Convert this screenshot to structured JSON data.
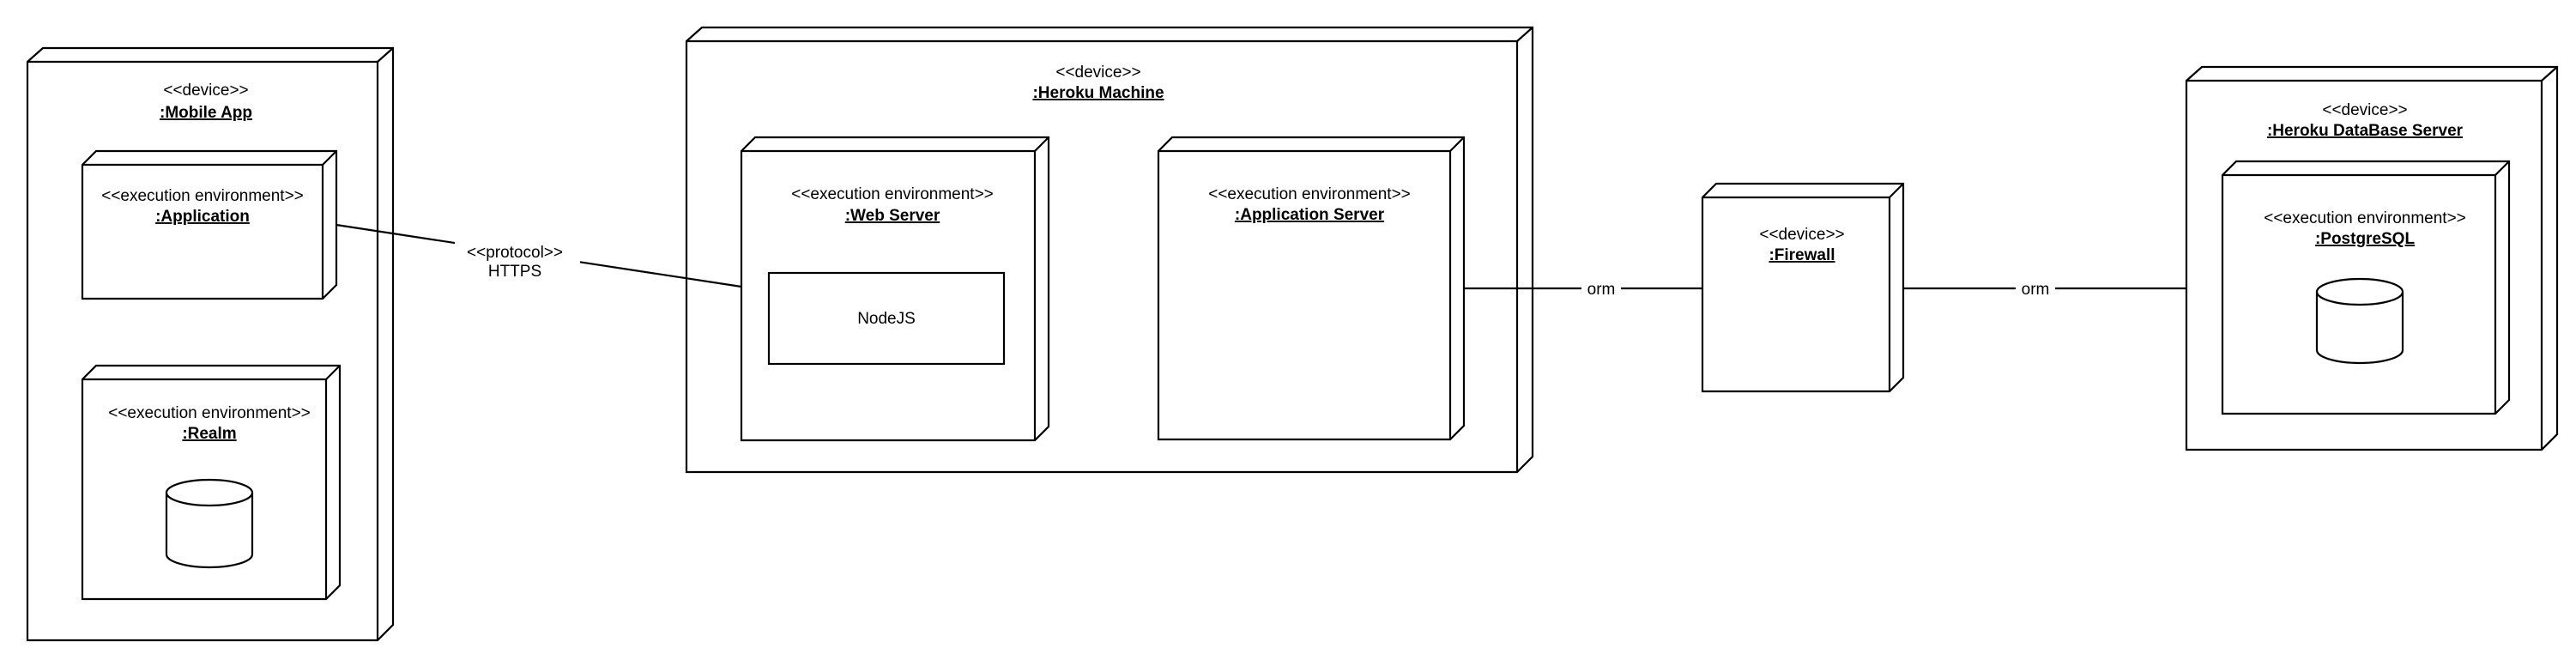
{
  "nodes": {
    "mobile_app": {
      "stereotype": "<<device>>",
      "name": ":Mobile App"
    },
    "application": {
      "stereotype": "<<execution environment>>",
      "name": ":Application"
    },
    "realm": {
      "stereotype": "<<execution environment>>",
      "name": ":Realm"
    },
    "heroku_machine": {
      "stereotype": "<<device>>",
      "name": ":Heroku Machine"
    },
    "web_server": {
      "stereotype": "<<execution environment>>",
      "name": ":Web Server"
    },
    "nodejs": {
      "label": "NodeJS"
    },
    "application_server": {
      "stereotype": "<<execution environment>>",
      "name": ":Application Server"
    },
    "firewall": {
      "stereotype": "<<device>>",
      "name": ":Firewall"
    },
    "heroku_db_server": {
      "stereotype": "<<device>>",
      "name": ":Heroku DataBase Server"
    },
    "postgresql": {
      "stereotype": "<<execution environment>>",
      "name": ":PostgreSQL"
    }
  },
  "edges": {
    "https": {
      "stereotype": "<<protocol>>",
      "label": "HTTPS"
    },
    "orm_app_firewall": {
      "label": "orm"
    },
    "orm_firewall_db": {
      "label": "orm"
    }
  }
}
